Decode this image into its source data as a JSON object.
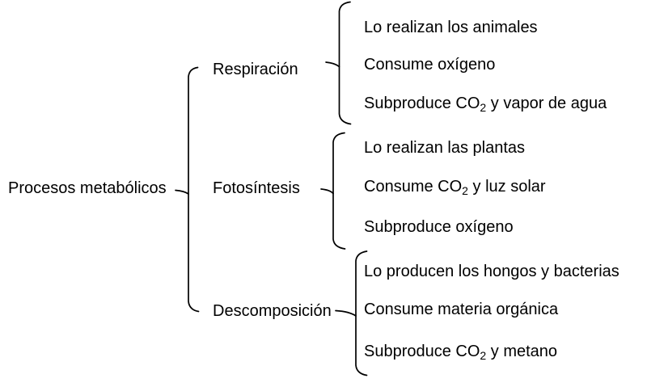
{
  "root_label": "Procesos metabólicos",
  "branches": [
    {
      "label": "Respiración",
      "items": [
        {
          "pre": "Lo realizan los animales",
          "sub": "",
          "post": ""
        },
        {
          "pre": "Consume oxígeno",
          "sub": "",
          "post": ""
        },
        {
          "pre": "Subproduce CO",
          "sub": "2",
          "post": " y vapor de agua"
        }
      ]
    },
    {
      "label": "Fotosíntesis",
      "items": [
        {
          "pre": "Lo realizan las plantas",
          "sub": "",
          "post": ""
        },
        {
          "pre": "Consume CO",
          "sub": "2",
          "post": " y luz solar"
        },
        {
          "pre": "Subproduce oxígeno",
          "sub": "",
          "post": ""
        }
      ]
    },
    {
      "label": "Descomposición",
      "items": [
        {
          "pre": "Lo producen los hongos y bacterias",
          "sub": "",
          "post": ""
        },
        {
          "pre": "Consume materia orgánica",
          "sub": "",
          "post": ""
        },
        {
          "pre": "Subproduce CO",
          "sub": "2",
          "post": " y metano"
        }
      ]
    }
  ],
  "colors": {
    "line": "#000000",
    "text": "#000000",
    "background": "#ffffff"
  }
}
